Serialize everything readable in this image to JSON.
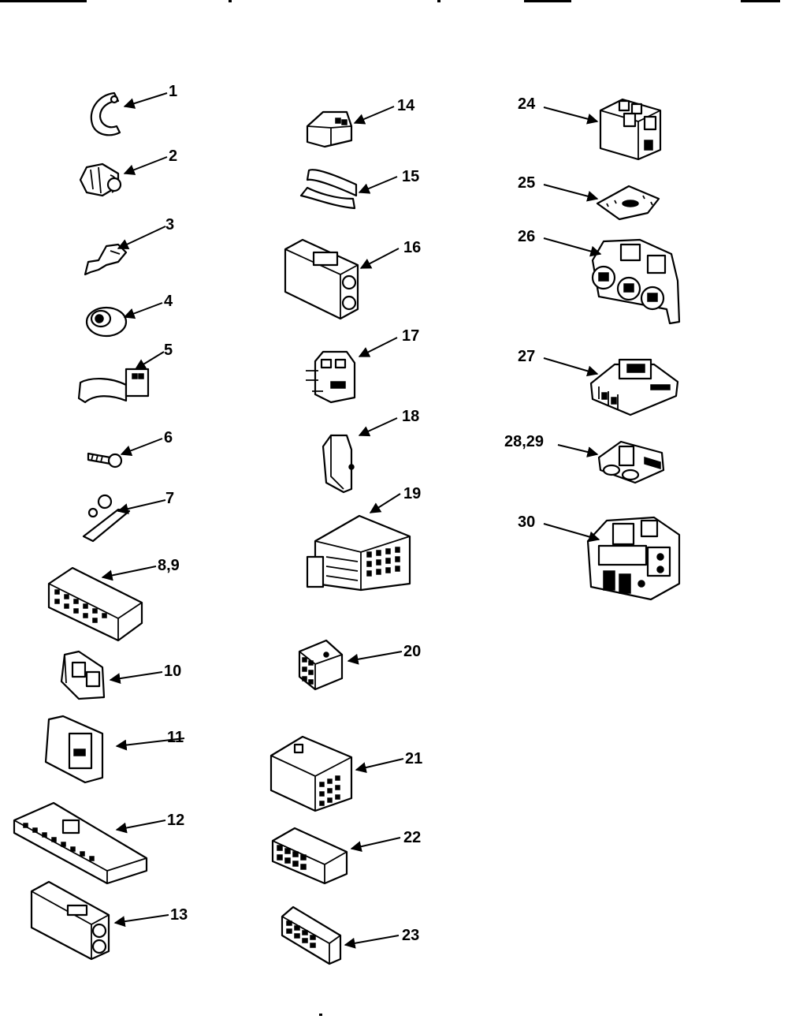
{
  "diagram": {
    "part_labels": [
      "1",
      "2",
      "3",
      "4",
      "5",
      "6",
      "7",
      "8,9",
      "10",
      "11",
      "12",
      "13",
      "14",
      "15",
      "16",
      "17",
      "18",
      "19",
      "20",
      "21",
      "22",
      "23",
      "24",
      "25",
      "26",
      "27",
      "28,29",
      "30"
    ]
  }
}
